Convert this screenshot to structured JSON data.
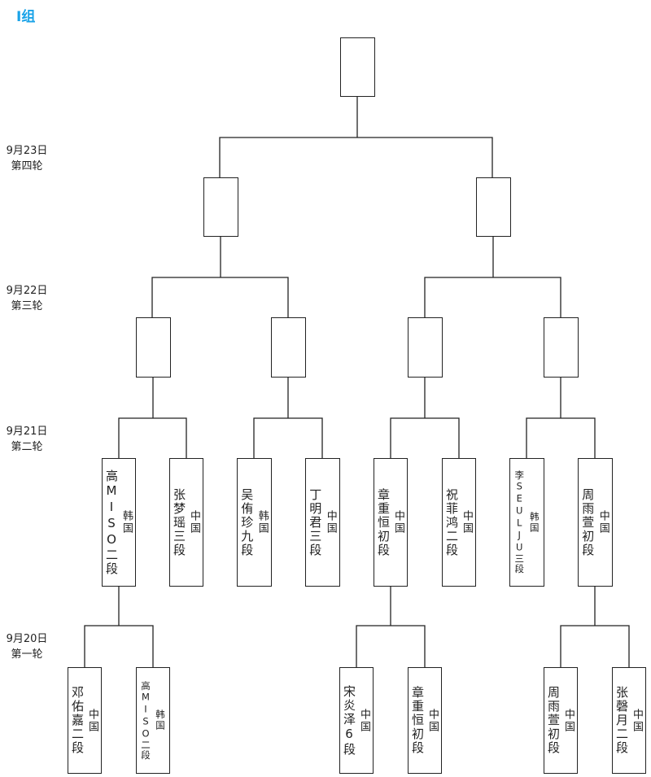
{
  "title": "I组",
  "rounds": [
    {
      "date": "9月23日",
      "label": "第四轮"
    },
    {
      "date": "9月22日",
      "label": "第三轮"
    },
    {
      "date": "9月21日",
      "label": "第二轮"
    },
    {
      "date": "9月20日",
      "label": "第一轮"
    }
  ],
  "round2": [
    {
      "name": "高MISO二段",
      "country": "韩国"
    },
    {
      "name": "张梦瑶三段",
      "country": "中国"
    },
    {
      "name": "吴侑珍九段",
      "country": "韩国"
    },
    {
      "name": "丁明君三段",
      "country": "中国"
    },
    {
      "name": "章重恒初段",
      "country": "中国"
    },
    {
      "name": "祝菲鸿二段",
      "country": "中国"
    },
    {
      "name": "李SEULJU三段",
      "country": "韩国"
    },
    {
      "name": "周雨萱初段",
      "country": "中国"
    }
  ],
  "round1": [
    {
      "name": "邓佑嘉二段",
      "country": "中国"
    },
    {
      "name": "高MISO二段",
      "country": "韩国"
    },
    {
      "name": "宋炎泽6段",
      "country": "中国"
    },
    {
      "name": "章重恒初段",
      "country": "中国"
    },
    {
      "name": "周雨萱初段",
      "country": "中国"
    },
    {
      "name": "张磬月二段",
      "country": "中国"
    }
  ]
}
